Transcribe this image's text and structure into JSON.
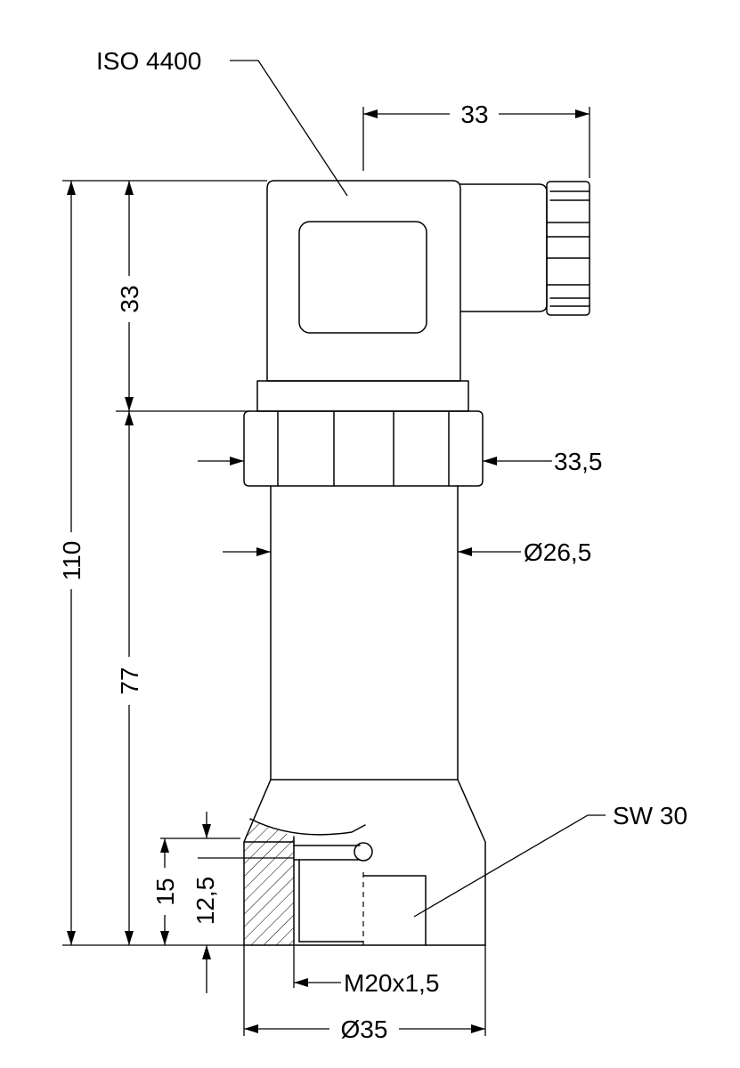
{
  "drawing": {
    "labels": {
      "connector": "ISO 4400",
      "width_connector": "33",
      "height_connector": "33",
      "total_height": "110",
      "body_height": "77",
      "hex_width": "33,5",
      "body_diameter": "Ø26,5",
      "wrench_size": "SW 30",
      "thread_depth_1": "15",
      "thread_depth_2": "12,5",
      "thread": "M20x1,5",
      "base_diameter": "Ø35"
    }
  }
}
